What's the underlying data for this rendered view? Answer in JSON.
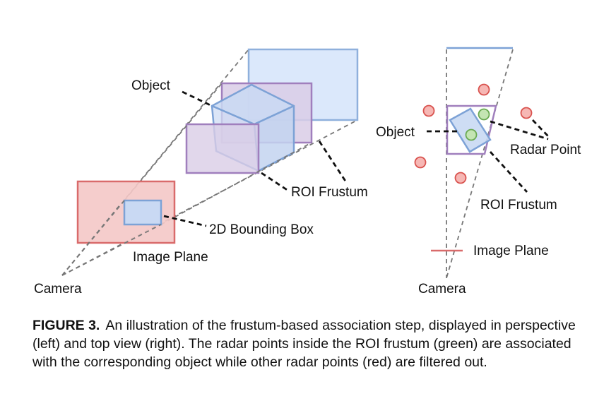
{
  "labels": {
    "left_object": "Object",
    "left_roi_frustum": "ROI Frustum",
    "bounding_box": "2D Bounding Box",
    "left_image_plane": "Image Plane",
    "left_camera": "Camera",
    "right_object": "Object",
    "radar_point": "Radar Point",
    "right_roi_frustum": "ROI Frustum",
    "right_image_plane": "Image Plane",
    "right_camera": "Camera"
  },
  "caption": {
    "figure_number": "FIGURE 3.",
    "text": "An illustration of the frustum-based association step, displayed in perspective (left) and top view (right). The radar points inside the ROI frustum (green) are associated with the corresponding object while other radar points (red) are filtered out."
  },
  "colors": {
    "far_plane": "#dbe8fb",
    "far_plane_stroke": "#8fb0dc",
    "roi_plane": "#d9cde6",
    "roi_stroke": "#a07fbd",
    "cube_fill": "#c9d9f3",
    "cube_stroke": "#7da2d6",
    "image_plane": "#f4c8c6",
    "image_plane_stroke": "#d96b6b",
    "radar_red": "#f6b7b4",
    "radar_red_stroke": "#d9534f",
    "radar_green": "#c4e5b3",
    "radar_green_stroke": "#6aaa52",
    "dashed_line": "#777777"
  }
}
